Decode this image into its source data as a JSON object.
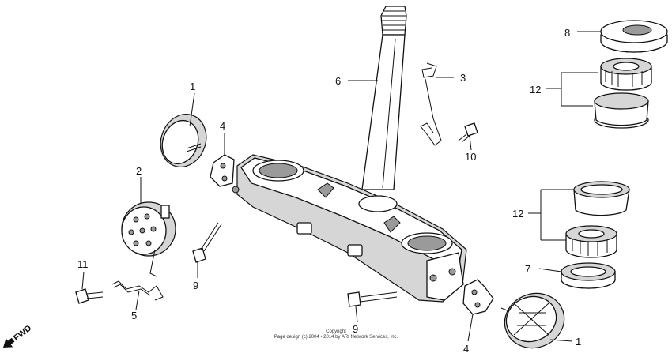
{
  "callouts": {
    "c1a": "1",
    "c1b": "1",
    "c2": "2",
    "c3": "3",
    "c4a": "4",
    "c4b": "4",
    "c5": "5",
    "c6": "6",
    "c7": "7",
    "c8": "8",
    "c9a": "9",
    "c9b": "9",
    "c10": "10",
    "c11": "11",
    "c12a": "12",
    "c12b": "12"
  },
  "fwd_label": "FWD",
  "copyright": {
    "line1": "Copyright",
    "line2": "Page design (c) 2004 - 2014 by ARI Network Services, Inc."
  }
}
